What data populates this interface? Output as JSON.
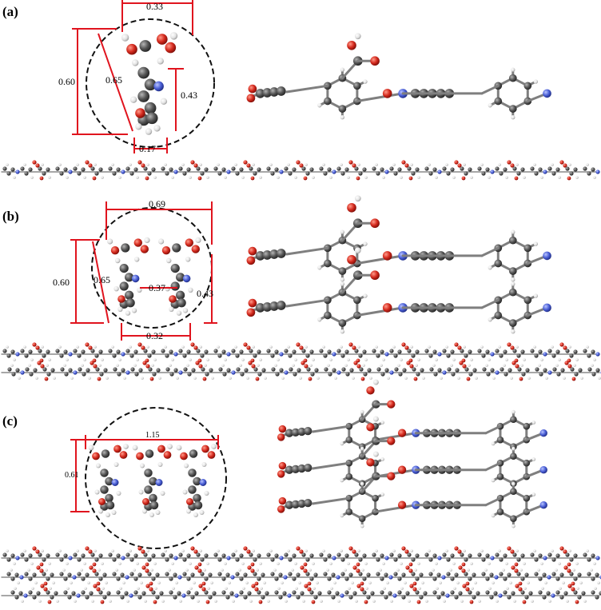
{
  "panels": [
    {
      "id": "a",
      "label": "(a)",
      "dimensions": {
        "top": "0.33",
        "left": "0.60",
        "diag": "0.65",
        "right": "0.43",
        "bottom": "0.17"
      },
      "stack_count": 1
    },
    {
      "id": "b",
      "label": "(b)",
      "dimensions": {
        "top": "0.69",
        "left": "0.60",
        "diag": "0.65",
        "middle": "0.37",
        "right": "0.43",
        "bottom": "0.32"
      },
      "stack_count": 2
    },
    {
      "id": "c",
      "label": "(c)",
      "dimensions": {
        "top": "1.15",
        "left": "0.61"
      },
      "stack_count": 3
    }
  ],
  "colors": {
    "carbon": "#5a5a5a",
    "oxygen": "#d42a1e",
    "nitrogen": "#4a5fd6",
    "hydrogen": "#e8e8e8",
    "dimension": "#e0141e"
  }
}
